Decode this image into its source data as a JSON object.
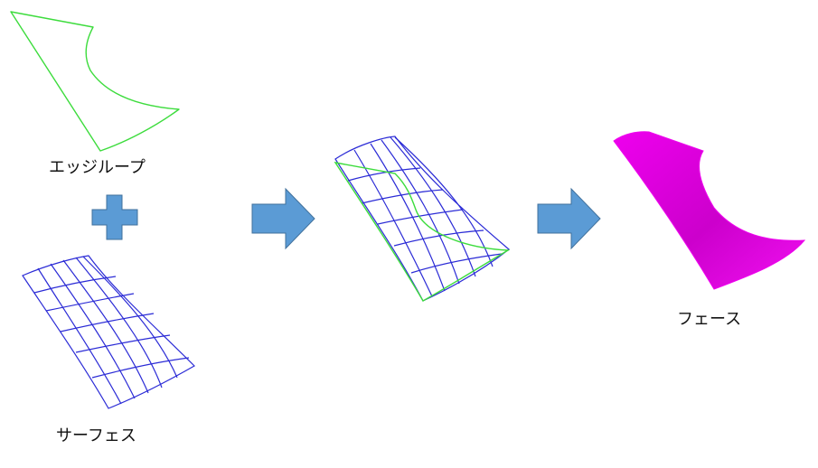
{
  "labels": {
    "edge_loop": "エッジループ",
    "surface": "サーフェス",
    "face": "フェース"
  },
  "icons": {
    "plus": "plus-icon",
    "arrow1": "right-arrow-icon",
    "arrow2": "right-arrow-icon"
  },
  "colors": {
    "edge": "#3ddc3d",
    "surface": "#2b2bd6",
    "face": "#ee00ee",
    "face_shade": "#c600c6",
    "arrow_fill": "#5b9bd5",
    "arrow_stroke": "#41719c",
    "background": "#ffffff"
  }
}
